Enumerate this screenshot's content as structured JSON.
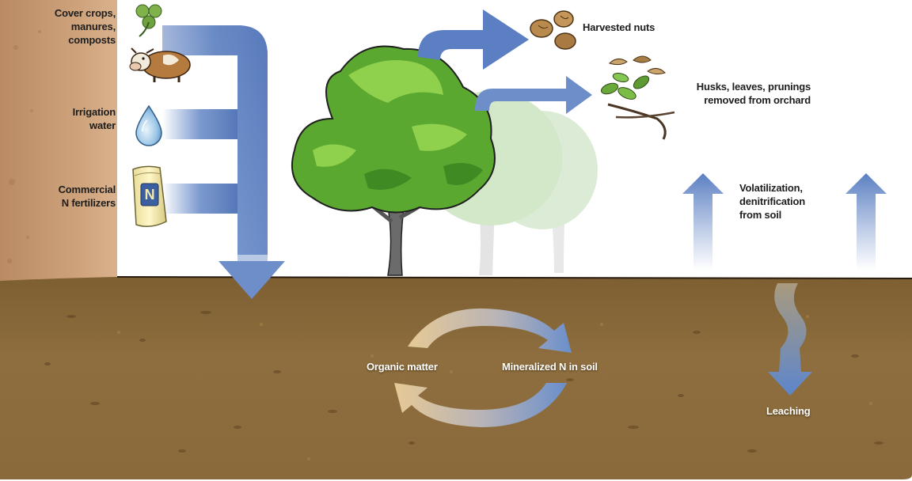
{
  "inputs": {
    "cover": [
      "Cover crops,",
      "manures,",
      "composts"
    ],
    "irrigation": [
      "Irrigation",
      "water"
    ],
    "fertilizer": [
      "Commercial",
      "N fertilizers"
    ],
    "bag_letter": "N"
  },
  "outputs": {
    "nuts": "Harvested nuts",
    "husks": [
      "Husks, leaves, prunings",
      "removed from orchard"
    ],
    "volatilization": [
      "Volatilization,",
      "denitrification",
      "from soil"
    ]
  },
  "soil": {
    "organic": "Organic matter",
    "mineral": "Mineralized N in soil",
    "leaching": "Leaching"
  },
  "icons": [
    "clover-icon",
    "cow-icon",
    "water-drop-icon",
    "fertilizer-bag-icon",
    "nuts-icon",
    "husks-leaves-icon",
    "tree-icon"
  ],
  "colors": {
    "arrow_blue": "#6d8ec9",
    "soil": "#8a6a3a",
    "side_panel": "#c79a72",
    "tree_green": "#5aa830",
    "cycle_tan": "#e2c48f"
  }
}
